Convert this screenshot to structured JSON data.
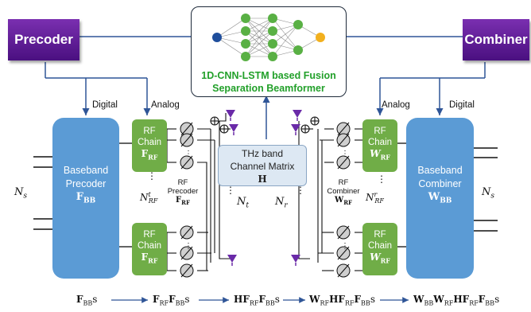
{
  "precoder_label": "Precoder",
  "combiner_label": "Combiner",
  "nn": {
    "title_line1": "1D-CNN-LSTM based Fusion",
    "title_line2": "Separation Beamformer"
  },
  "tx": {
    "digital": "Digital",
    "analog": "Analog",
    "baseband_line1": "Baseband",
    "baseband_line2": "Precoder",
    "baseband_symbol": "FBB",
    "ns": "Ns",
    "rf_chain_line1": "RF",
    "rf_chain_line2": "Chain",
    "rf_chain_symbol": "FRF",
    "nrf": "NtRF",
    "rf_precoder_line1": "RF",
    "rf_precoder_line2": "Precoder",
    "rf_precoder_symbol": "FRF",
    "nt": "Nt"
  },
  "channel": {
    "line1": "THz band",
    "line2": "Channel Matrix",
    "symbol": "H"
  },
  "rx": {
    "digital": "Digital",
    "analog": "Analog",
    "baseband_line1": "Baseband",
    "baseband_line2": "Combiner",
    "baseband_symbol": "WBB",
    "ns": "Ns",
    "rf_chain_line1": "RF",
    "rf_chain_line2": "Chain",
    "rf_chain_symbol": "WRF",
    "nrf": "NrRF",
    "rf_combiner_line1": "RF",
    "rf_combiner_line2": "Combiner",
    "rf_combiner_symbol": "WRF",
    "nr": "Nr"
  },
  "equations": [
    "FBBs",
    "FRFFBBs",
    "HFRFFBBs",
    "WRFHFRFFBBs",
    "WBBWRFHFRFFBBs"
  ],
  "colors": {
    "purple": "#5b1a92",
    "baseband_blue": "#5b9bd5",
    "rf_green": "#70ad47",
    "line_blue": "#2f5597",
    "title_green": "#22a02a",
    "antenna": "#6a2aa8"
  }
}
